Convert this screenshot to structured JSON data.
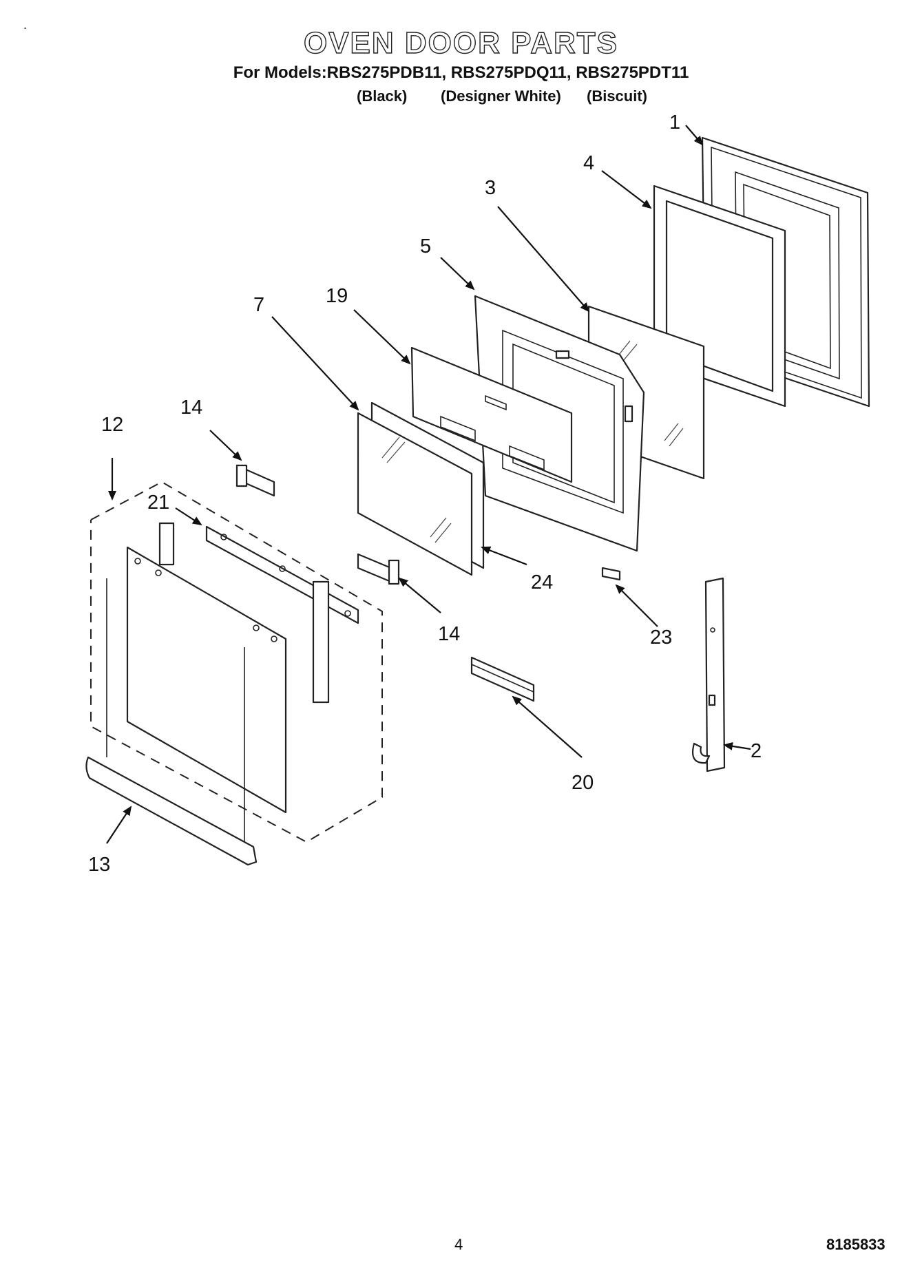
{
  "header": {
    "title": "OVEN DOOR PARTS",
    "models_line": "For Models:RBS275PDB11, RBS275PDQ11, RBS275PDT11",
    "colors": [
      "(Black)",
      "(Designer White)",
      "(Biscuit)"
    ]
  },
  "callouts": {
    "p1": "1",
    "p2": "2",
    "p3": "3",
    "p4": "4",
    "p5": "5",
    "p7": "7",
    "p12": "12",
    "p13": "13",
    "p14a": "14",
    "p14b": "14",
    "p19": "19",
    "p20": "20",
    "p21": "21",
    "p23": "23",
    "p24": "24"
  },
  "footer": {
    "page": "4",
    "doc_code": "8185833"
  }
}
